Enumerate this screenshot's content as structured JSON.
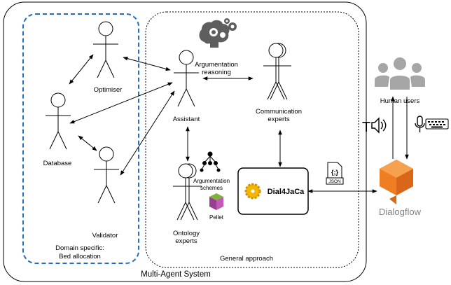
{
  "system": {
    "title": "Multi-Agent System",
    "domain_region_label_line1": "Domain specific:",
    "domain_region_label_line2": "Bed allocation",
    "general_region_label": "General approach"
  },
  "agents": {
    "optimiser": "Optimiser",
    "database": "Database",
    "validator": "Validator",
    "assistant": "Assistant",
    "communication_line1": "Communication",
    "communication_line2": "experts",
    "ontology_line1": "Ontology",
    "ontology_line2": "experts"
  },
  "labels": {
    "argumentation_line1": "Argumentation",
    "argumentation_line2": "reasoning",
    "schemes_line1": "Argumentation",
    "schemes_line2": "schemes",
    "pellet": "Pellet",
    "dial4jaca": "Dial4JaCa",
    "json": "JSON",
    "json_braces": "{;}",
    "human_users": "Human users",
    "dialogflow": "Dialogflow",
    "text_mode": "T"
  },
  "colors": {
    "domain_border": "#1f6fc0",
    "dialogflow_orange": "#ef7d22",
    "gear_yellow": "#f2b705",
    "pellet_green": "#7db33a",
    "pellet_purple": "#9b3f95",
    "users_gray": "#a6a6a6",
    "dialogflow_text": "#808080"
  },
  "icons": [
    "brain-gears-icon",
    "hierarchy-icon",
    "pellet-cube-icon",
    "gear-icon",
    "json-file-icon",
    "users-icon",
    "speaker-icon",
    "microphone-icon",
    "keyboard-icon",
    "dialogflow-logo-icon"
  ]
}
